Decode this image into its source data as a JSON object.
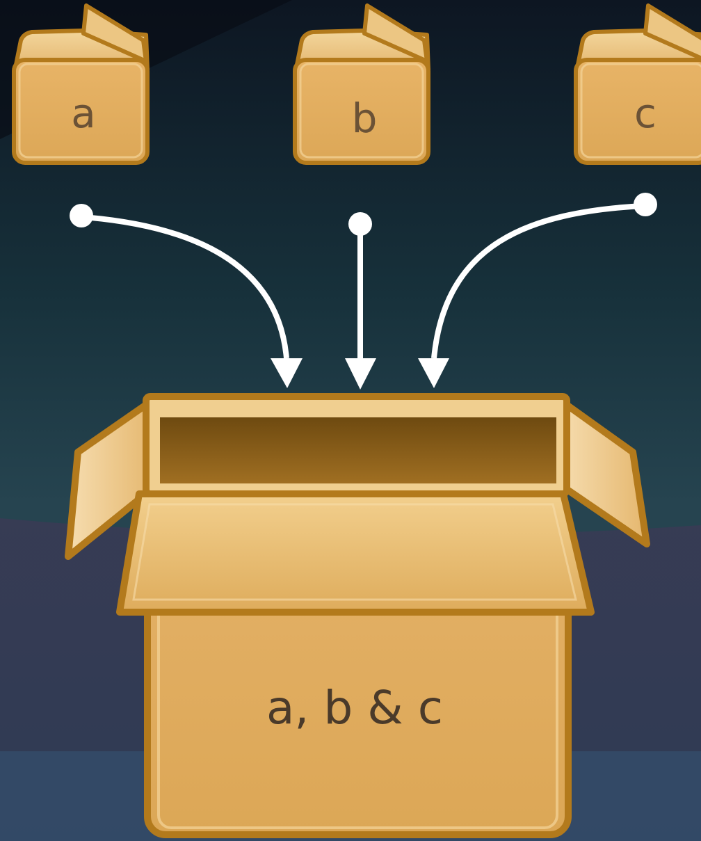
{
  "boxes": [
    {
      "label": "a"
    },
    {
      "label": "b"
    },
    {
      "label": "c"
    }
  ],
  "combined": {
    "label": "a, b & c"
  }
}
